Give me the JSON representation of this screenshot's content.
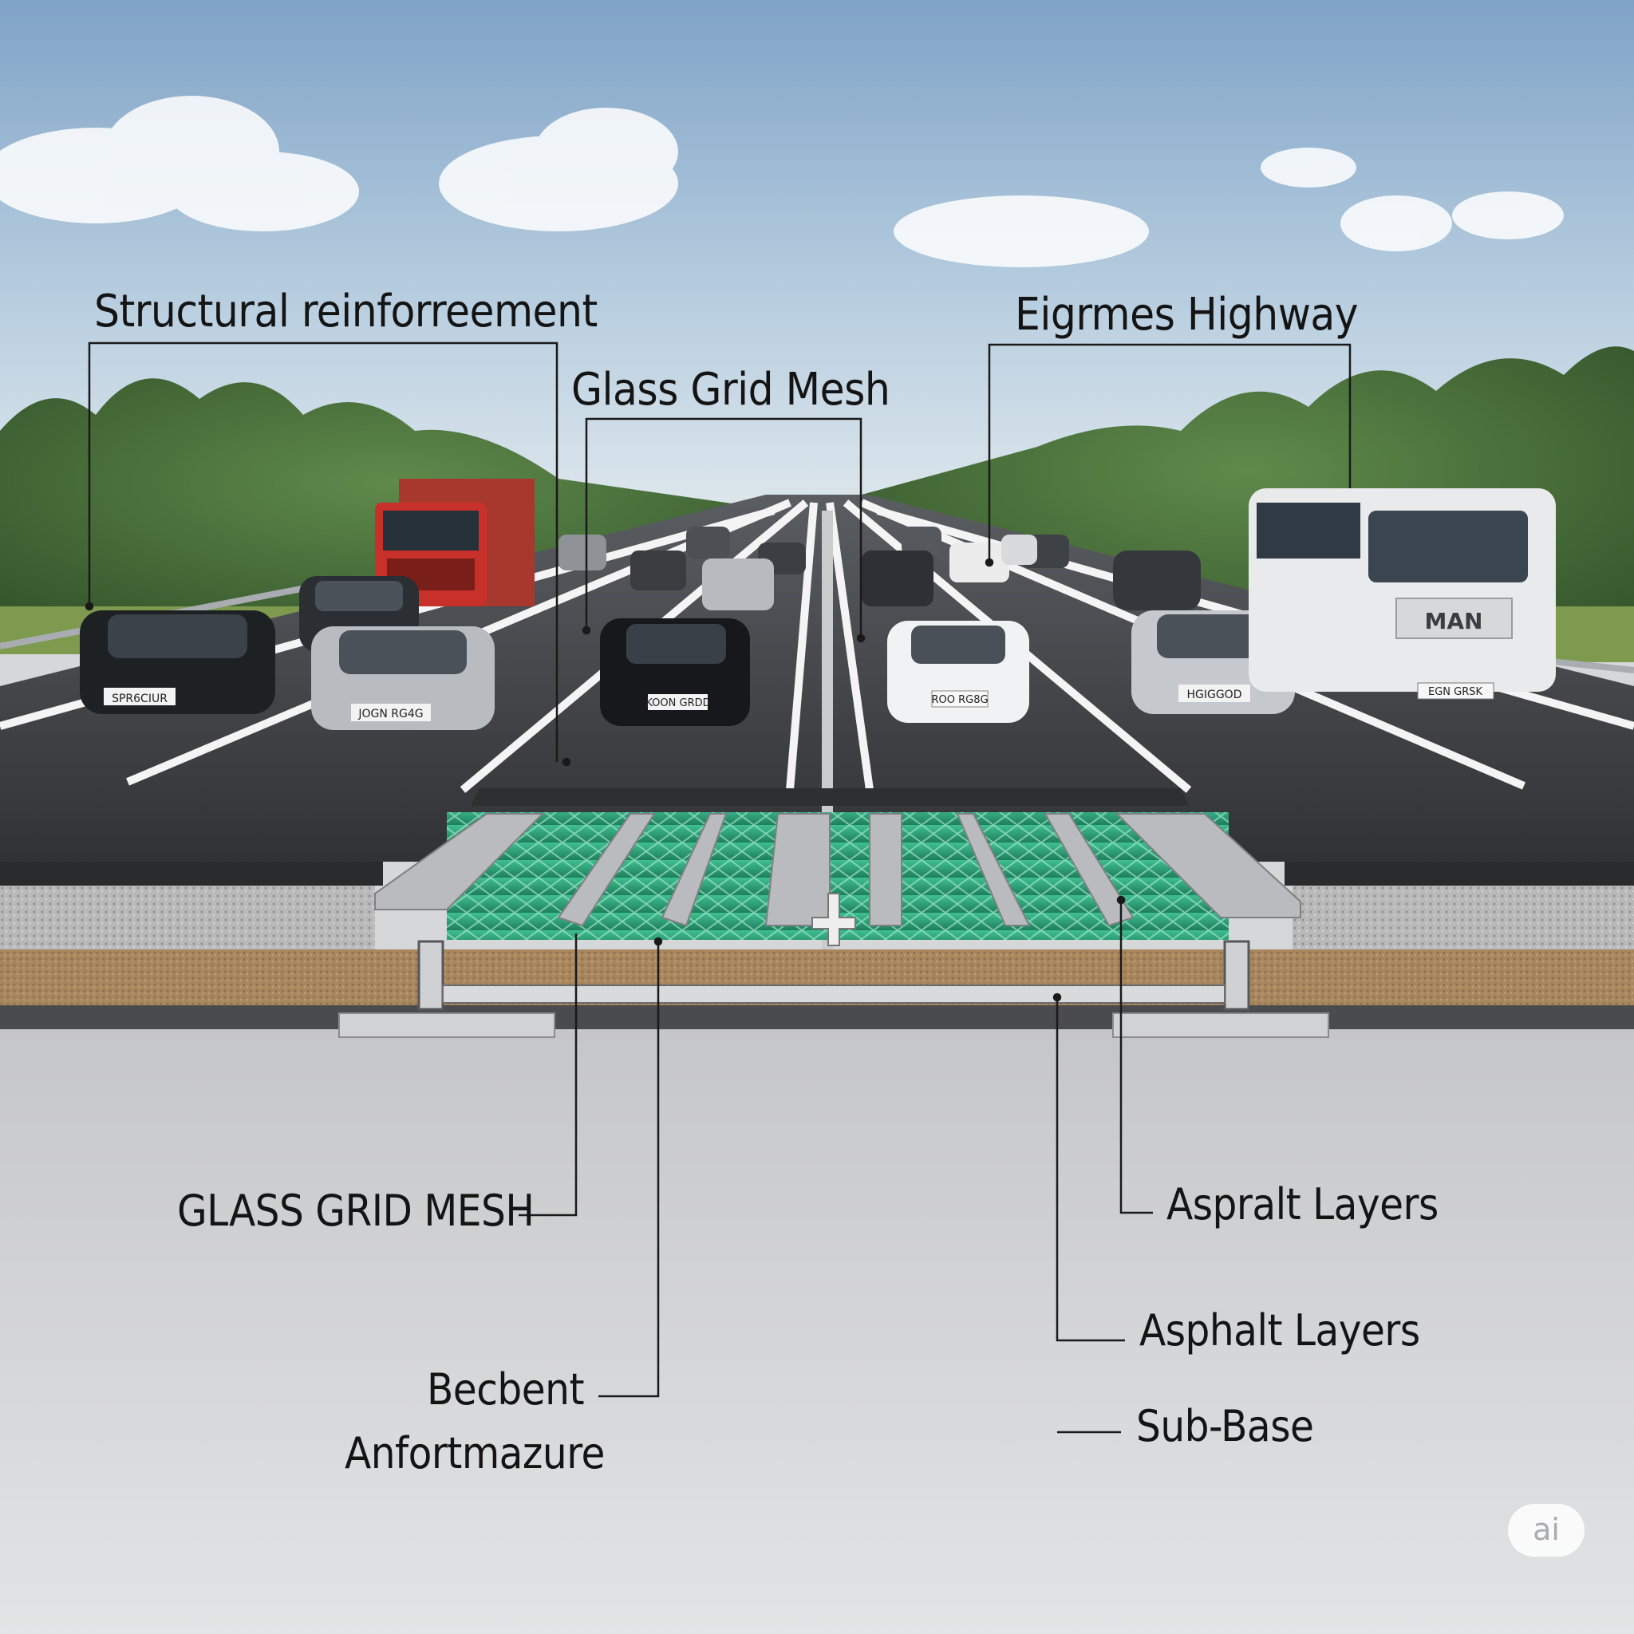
{
  "labels": {
    "structural": "Structural reinforreement",
    "glass_top": "Glass Grid Mesh",
    "eigrmes": "Eigrmes Highway",
    "glass_bottom": "GLASS GRID MESH",
    "becbent": "Becbent",
    "anfort": "Anfortmazure",
    "asp1": "Aspralt Layers",
    "asp2": "Asphalt Layers",
    "subbase": "Sub-Base"
  },
  "plates": {
    "front_left": "SPR6CIUR",
    "bmw": "JOGN RG4G",
    "audi_center": "KOON GRDD",
    "audi_white": "ROO RG8G",
    "silver_right": "HGIGGOD",
    "bus_logo": "MAN",
    "bus_plate": "EGN GRSK"
  },
  "badge": {
    "text": "ai"
  },
  "colors": {
    "sky_top": "#7fa3c7",
    "asphalt": "#3a3c3f",
    "mesh": "#2fa37a",
    "sand": "#a8865e",
    "ground": "#d3d4d6"
  }
}
